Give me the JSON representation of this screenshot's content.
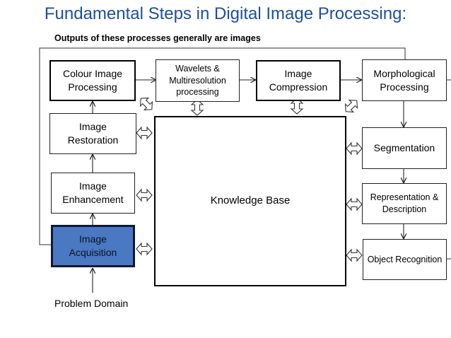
{
  "title": "Fundamental Steps in Digital Image Processing:",
  "subtitle": "Outputs of these processes generally are images",
  "boxes": {
    "colour": "Colour Image Processing",
    "wavelets": "Wavelets & Multiresolution processing",
    "compression": "Image Compression",
    "morphological": "Morphological Processing",
    "restoration": "Image Restoration",
    "enhancement": "Image Enhancement",
    "acquisition": "Image Acquisition",
    "knowledge": "Knowledge Base",
    "segmentation": "Segmentation",
    "representation": "Representation & Description",
    "recognition": "Object Recognition"
  },
  "problem_domain": "Problem Domain",
  "colors": {
    "title": "#1f4e9b",
    "acquisition_fill": "#4a78c2"
  }
}
